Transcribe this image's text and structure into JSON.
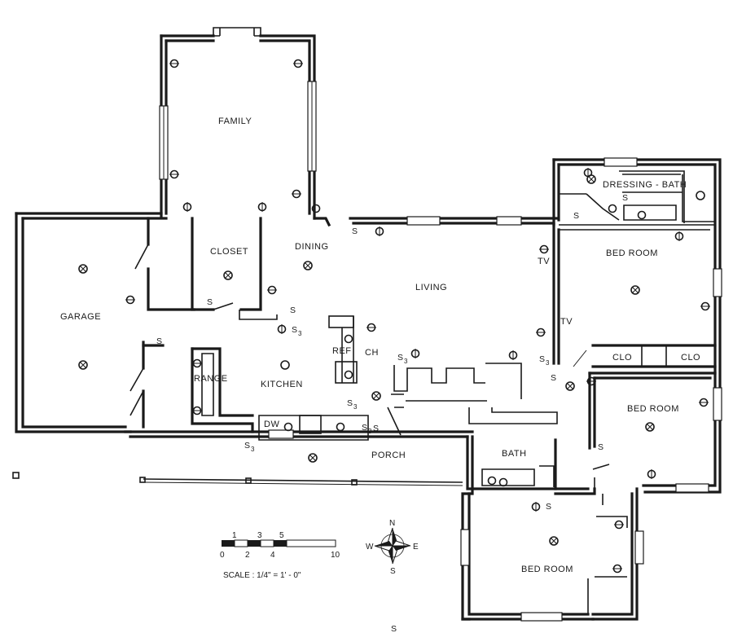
{
  "rooms": {
    "family": "FAMILY",
    "dining": "DINING",
    "closet": "CLOSET",
    "garage": "GARAGE",
    "living": "LIVING",
    "kitchen": "KITCHEN",
    "range": "RANGE",
    "ref": "REF",
    "ch": "CH",
    "dw": "DW",
    "porch": "PORCH",
    "bath": "BATH",
    "dressing_bath": "DRESSING - BATH",
    "bed_room_1": "BED ROOM",
    "bed_room_2": "BED ROOM",
    "bed_room_3": "BED ROOM",
    "clo_1": "CLO",
    "clo_2": "CLO",
    "tv_1": "TV",
    "tv_2": "TV"
  },
  "switch_symbols": {
    "s": "S",
    "s3_main": "S",
    "s3_sub": "3"
  },
  "scale": {
    "top_ticks": [
      "1",
      "3",
      "5"
    ],
    "bottom_ticks": [
      "0",
      "2",
      "4",
      "10"
    ],
    "caption": "SCALE : 1/4\" = 1' - 0\""
  },
  "compass": {
    "n": "N",
    "s": "S",
    "e": "E",
    "w": "W"
  }
}
